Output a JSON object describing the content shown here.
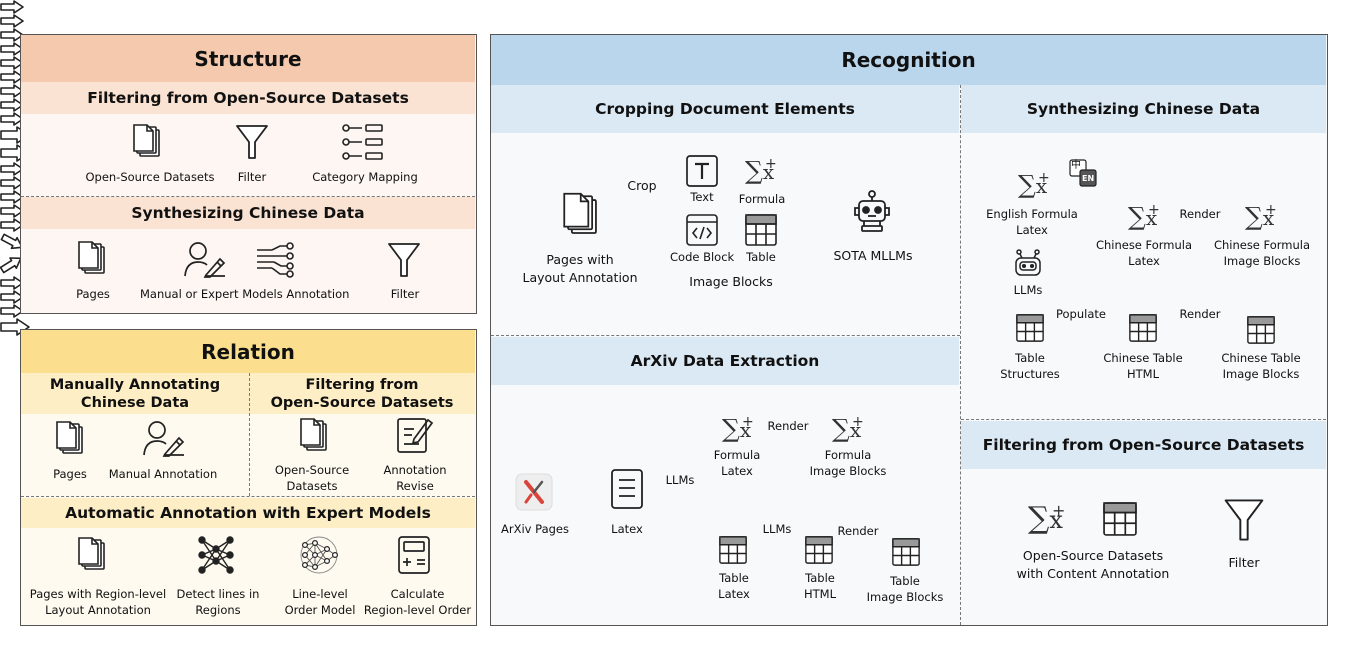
{
  "colors": {
    "structure_header": "#f5c9ad",
    "structure_sub": "#fbe3d3",
    "structure_body": "#fdf6f2",
    "relation_header": "#fbdf8e",
    "relation_sub": "#fdeec6",
    "relation_body": "#fefaf0",
    "recognition_header": "#bad6ec",
    "recognition_sub": "#dbe9f5",
    "recognition_body": "#f7f9fb",
    "arxiv_red": "#d9453b"
  },
  "structure": {
    "title": "Structure",
    "filtering": {
      "title": "Filtering from Open-Source Datasets",
      "steps": [
        "Open-Source Datasets",
        "Filter",
        "Category Mapping"
      ]
    },
    "synth": {
      "title": "Synthesizing Chinese Data",
      "steps": [
        "Pages",
        "Manual or Expert Models Annotation",
        "Filter"
      ]
    }
  },
  "relation": {
    "title": "Relation",
    "manual": {
      "title_l1": "Manually Annotating",
      "title_l2": "Chinese Data",
      "steps": [
        "Pages",
        "Manual Annotation"
      ]
    },
    "filtering": {
      "title_l1": "Filtering from",
      "title_l2": "Open-Source Datasets",
      "step1_l1": "Open-Source",
      "step1_l2": "Datasets",
      "step2_l1": "Annotation",
      "step2_l2": "Revise"
    },
    "auto": {
      "title": "Automatic Annotation with Expert Models",
      "s1_l1": "Pages with Region-level",
      "s1_l2": "Layout Annotation",
      "s2_l1": "Detect lines in",
      "s2_l2": "Regions",
      "s3_l1": "Line-level",
      "s3_l2": "Order Model",
      "s4_l1": "Calculate",
      "s4_l2": "Region-level Order"
    }
  },
  "recognition": {
    "title": "Recognition",
    "cropping": {
      "title": "Cropping Document Elements",
      "pages_l1": "Pages with",
      "pages_l2": "Layout Annotation",
      "crop": "Crop",
      "text": "Text",
      "formula": "Formula",
      "code": "Code Block",
      "table": "Table",
      "blocks": "Image Blocks",
      "model": "SOTA MLLMs"
    },
    "arxiv": {
      "title": "ArXiv Data Extraction",
      "pages": "ArXiv Pages",
      "latex": "Latex",
      "llms1": "LLMs",
      "f_l1": "Formula",
      "f_l2": "Latex",
      "render1": "Render",
      "fi_l1": "Formula",
      "fi_l2": "Image Blocks",
      "t_l1": "Table",
      "t_l2": "Latex",
      "llms2": "LLMs",
      "th_l1": "Table",
      "th_l2": "HTML",
      "render2": "Render",
      "ti_l1": "Table",
      "ti_l2": "Image Blocks"
    },
    "synth": {
      "title": "Synthesizing Chinese Data",
      "ef_l1": "English Formula",
      "ef_l2": "Latex",
      "zh": "中",
      "en": "EN",
      "llms": "LLMs",
      "cf_l1": "Chinese Formula",
      "cf_l2": "Latex",
      "render1": "Render",
      "cfi_l1": "Chinese Formula",
      "cfi_l2": "Image Blocks",
      "ts_l1": "Table",
      "ts_l2": "Structures",
      "populate": "Populate",
      "ct_l1": "Chinese Table",
      "ct_l2": "HTML",
      "render2": "Render",
      "cti_l1": "Chinese Table",
      "cti_l2": "Image Blocks"
    },
    "filtering": {
      "title": "Filtering from Open-Source Datasets",
      "os_l1": "Open-Source Datasets",
      "os_l2": "with Content Annotation",
      "filter": "Filter"
    }
  }
}
